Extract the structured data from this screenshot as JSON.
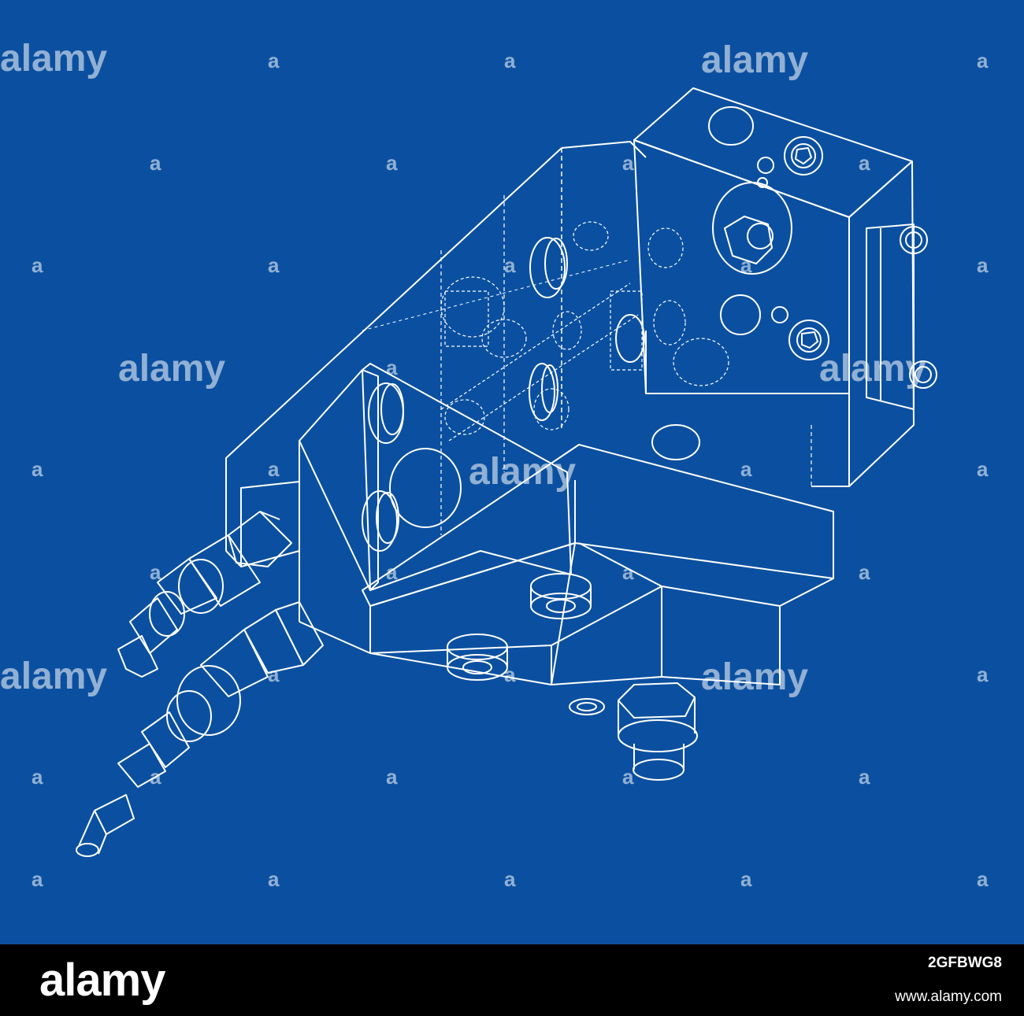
{
  "colors": {
    "background": "#0b50a0",
    "line": "#ffffff",
    "footer": "#000000"
  },
  "watermark": {
    "text": "alamy",
    "icon": "alamy-a-icon"
  },
  "footer": {
    "logo": "alamy",
    "image_id": "2GFBWG8",
    "site": "www.alamy.com"
  }
}
